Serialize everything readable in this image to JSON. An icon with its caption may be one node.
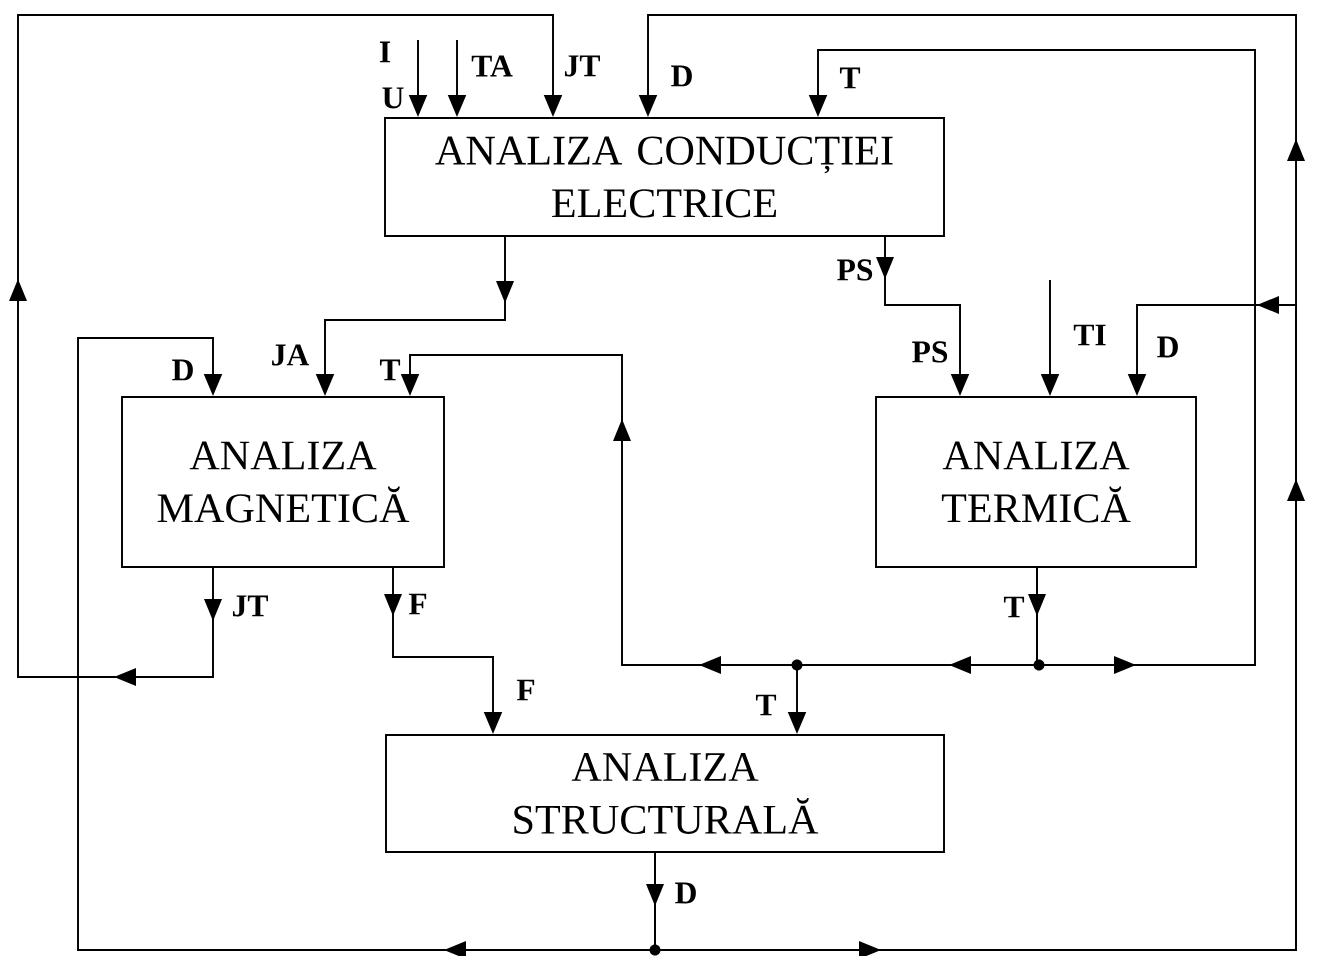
{
  "diagram": {
    "nodes": [
      {
        "text": [
          "ANALIZA CONDUCȚIEI ELECTRICE"
        ]
      },
      {
        "text": [
          "ANALIZA MAGNETICĂ"
        ]
      },
      {
        "text": [
          "ANALIZA TERMICĂ"
        ]
      },
      {
        "text": [
          "ANALIZA STRUCTURALĂ"
        ]
      }
    ],
    "edges": [
      {
        "from": null,
        "to": 0,
        "arrow": "to"
      },
      {
        "from": null,
        "to": 0,
        "arrow": "to",
        "label": "TA"
      },
      {
        "from": 1,
        "to": 0,
        "arrow": "to",
        "label": "JT"
      },
      {
        "from": 3,
        "to": 0,
        "arrow": "to",
        "label": "D"
      },
      {
        "from": 3,
        "to": 1,
        "arrow": "to",
        "label": "D"
      },
      {
        "from": 3,
        "to": 2,
        "arrow": "to",
        "label": "D"
      },
      {
        "from": 0,
        "to": 1,
        "arrow": "to",
        "label": "JA"
      },
      {
        "from": 0,
        "to": 2,
        "arrow": "to",
        "label": "PS"
      },
      {
        "from": null,
        "to": 2,
        "arrow": "to",
        "label": "TI"
      },
      {
        "from": 2,
        "to": 0,
        "arrow": "to",
        "label": "T"
      },
      {
        "from": 2,
        "to": 1,
        "arrow": "to",
        "label": "T"
      },
      {
        "from": 2,
        "to": 3,
        "arrow": "to",
        "label": "T"
      },
      {
        "from": 1,
        "to": 3,
        "arrow": "to",
        "label": "F"
      }
    ],
    "labels": [
      "I",
      "U",
      "PS",
      "JT",
      "F",
      "T",
      "D"
    ]
  }
}
